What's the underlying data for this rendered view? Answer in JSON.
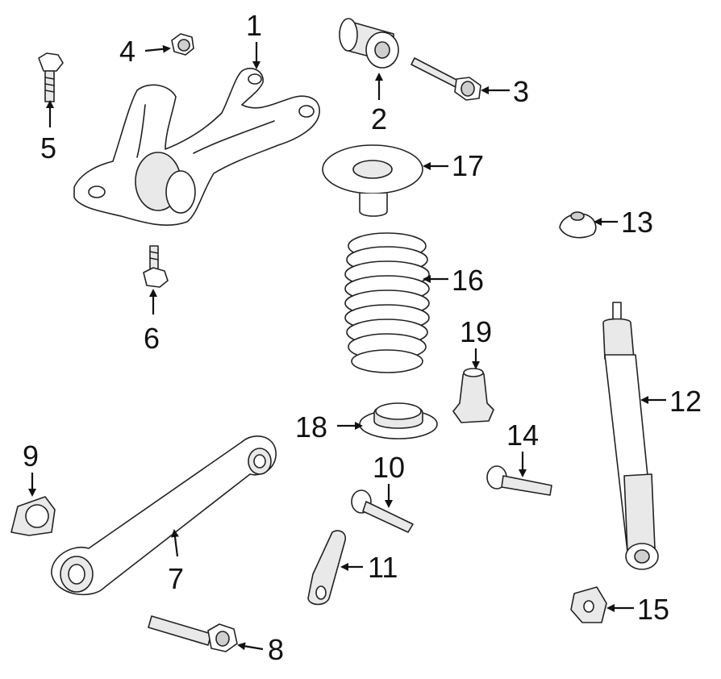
{
  "callouts": {
    "c1": "1",
    "c2": "2",
    "c3": "3",
    "c4": "4",
    "c5": "5",
    "c6": "6",
    "c7": "7",
    "c8": "8",
    "c9": "9",
    "c10": "10",
    "c11": "11",
    "c12": "12",
    "c13": "13",
    "c14": "14",
    "c15": "15",
    "c16": "16",
    "c17": "17",
    "c18": "18",
    "c19": "19"
  },
  "colors": {
    "line": "#222222",
    "background": "#ffffff",
    "text": "#111111"
  }
}
